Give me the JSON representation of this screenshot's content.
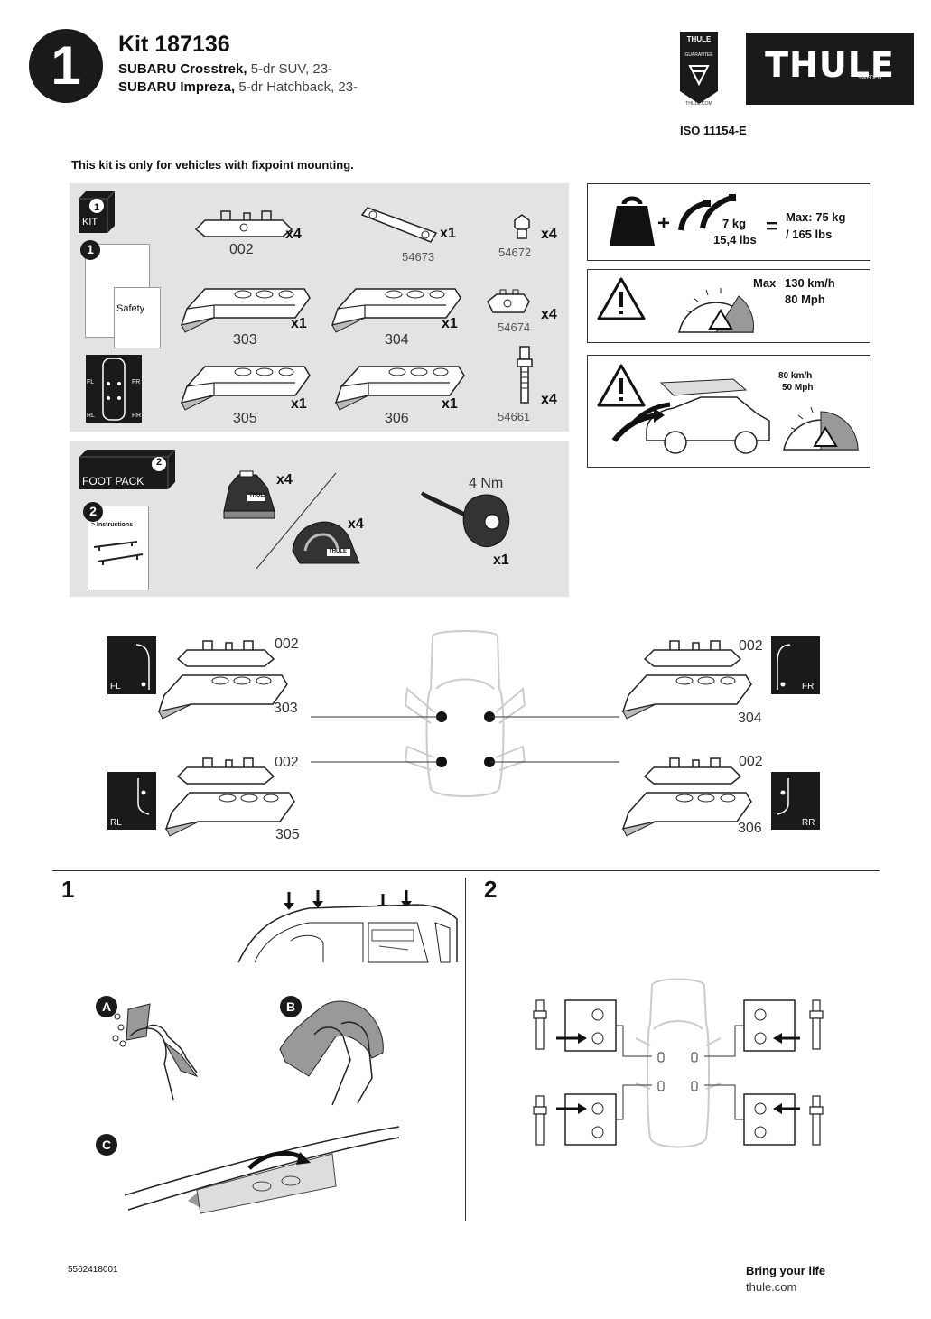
{
  "header": {
    "step_number": "1",
    "kit_title": "Kit 187136",
    "vehicle_1_make": "SUBARU Crosstrek,",
    "vehicle_1_desc": " 5-dr SUV, 23-",
    "vehicle_2_make": "SUBARU Impreza,",
    "vehicle_2_desc": " 5-dr Hatchback, 23-",
    "guarantee_top": "THULE",
    "guarantee_mid": "GUARANTEE",
    "guarantee_bottom": "THULE.COM",
    "brand_logo": "THULE",
    "brand_sub": "SWEDEN",
    "iso": "ISO 11154-E"
  },
  "notice": "This kit is only for vehicles with fixpoint mounting.",
  "kit_panel": {
    "box_num": "1",
    "box_label": "KIT",
    "doc_num": "1",
    "safety_label": "Safety",
    "car_fl": "FL",
    "car_fr": "FR",
    "car_rl": "RL",
    "car_rr": "RR",
    "parts": [
      {
        "code": "002",
        "qty": "x4"
      },
      {
        "code": "54673",
        "qty": "x1"
      },
      {
        "code": "54672",
        "qty": "x4"
      },
      {
        "code": "303",
        "qty": "x1"
      },
      {
        "code": "304",
        "qty": "x1"
      },
      {
        "code": "54674",
        "qty": "x4"
      },
      {
        "code": "305",
        "qty": "x1"
      },
      {
        "code": "306",
        "qty": "x1"
      },
      {
        "code": "54661",
        "qty": "x4"
      }
    ]
  },
  "foot_panel": {
    "box_num": "2",
    "box_label": "FOOT PACK",
    "doc_num": "2",
    "instructions": "> Instructions",
    "foot1_qty": "x4",
    "foot2_qty": "x4",
    "torque": "4 Nm",
    "tool_qty": "x1",
    "foot_brand": "THULE"
  },
  "load_panel": {
    "weight": "7 kg",
    "weight_lbs": "15,4 lbs",
    "max_load": "Max: 75 kg",
    "max_load_lbs": "/ 165 lbs",
    "plus": "+",
    "equals": "="
  },
  "speed_panel": {
    "max_label": "Max",
    "kmh": "130 km/h",
    "mph": "80 Mph"
  },
  "wind_panel": {
    "kmh": "80 km/h",
    "mph": "50 Mph"
  },
  "placement": {
    "fl": {
      "pos": "FL",
      "bracket": "002",
      "pad": "303"
    },
    "fr": {
      "pos": "FR",
      "bracket": "002",
      "pad": "304"
    },
    "rl": {
      "pos": "RL",
      "bracket": "002",
      "pad": "305"
    },
    "rr": {
      "pos": "RR",
      "bracket": "002",
      "pad": "306"
    }
  },
  "steps": {
    "step1": "1",
    "step2": "2",
    "a": "A",
    "b": "B",
    "c": "C"
  },
  "footer": {
    "doc_number": "5562418001",
    "slogan": "Bring your life",
    "website": "thule.com"
  }
}
